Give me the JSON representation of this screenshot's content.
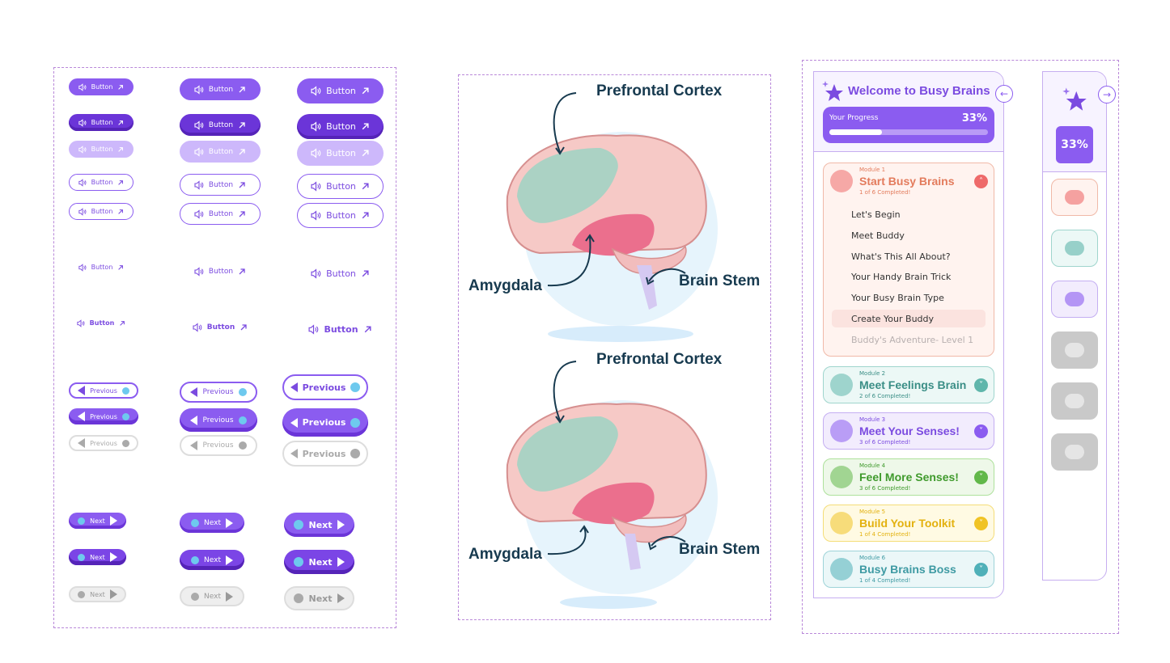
{
  "buttons": {
    "label": "Button",
    "previous": "Previous",
    "next": "Next"
  },
  "diagram": {
    "prefrontal": "Prefrontal Cortex",
    "amygdala": "Amygdala",
    "brainstem": "Brain Stem"
  },
  "sidebar": {
    "title": "Welcome to Busy Brains",
    "progress_label": "Your Progress",
    "progress_value": "33%",
    "progress_fraction": 0.33,
    "rail_progress": "33%",
    "modules": [
      {
        "kicker": "Module 1",
        "title": "Start Busy Brains",
        "sub": "1 of 6 Completed!",
        "color": "#e37b5c",
        "bg": "#fff3ef",
        "border": "#f0b9a8",
        "chev": "#ee6a6a"
      },
      {
        "kicker": "Module 2",
        "title": "Meet Feelings Brain",
        "sub": "2 of 6 Completed!",
        "color": "#3a8e86",
        "bg": "#ecf8f6",
        "border": "#9fd5cd",
        "chev": "#5fb6ab"
      },
      {
        "kicker": "Module 3",
        "title": "Meet Your Senses!",
        "sub": "3 of 6 Completed!",
        "color": "#7b4be0",
        "bg": "#f2ecfd",
        "border": "#c4aef2",
        "chev": "#8b5cf0"
      },
      {
        "kicker": "Module 4",
        "title": "Feel More Senses!",
        "sub": "3 of 6 Completed!",
        "color": "#3f9a2c",
        "bg": "#eef8e9",
        "border": "#aee19c",
        "chev": "#62b84a"
      },
      {
        "kicker": "Module 5",
        "title": "Build Your Toolkit",
        "sub": "1 of 4 Completed!",
        "color": "#e3b10f",
        "bg": "#fffae3",
        "border": "#f4dd78",
        "chev": "#f0c324"
      },
      {
        "kicker": "Module 6",
        "title": "Busy Brains Boss",
        "sub": "1 of 4 Completed!",
        "color": "#3e9aa3",
        "bg": "#ebf7f8",
        "border": "#9ed3d8",
        "chev": "#4fb0b8"
      }
    ],
    "lessons": [
      "Let's Begin",
      "Meet Buddy",
      "What's This All About?",
      "Your Handy Brain Trick",
      "Your Busy Brain Type",
      "Create Your Buddy",
      "Buddy's Adventure- Level 1"
    ]
  },
  "icons": {
    "speaker": "speaker-icon",
    "arrow": "arrow-up-right-icon",
    "star": "star-icon",
    "back": "arrow-left-icon",
    "forward": "arrow-right-icon",
    "chevron": "chevron-icon"
  }
}
